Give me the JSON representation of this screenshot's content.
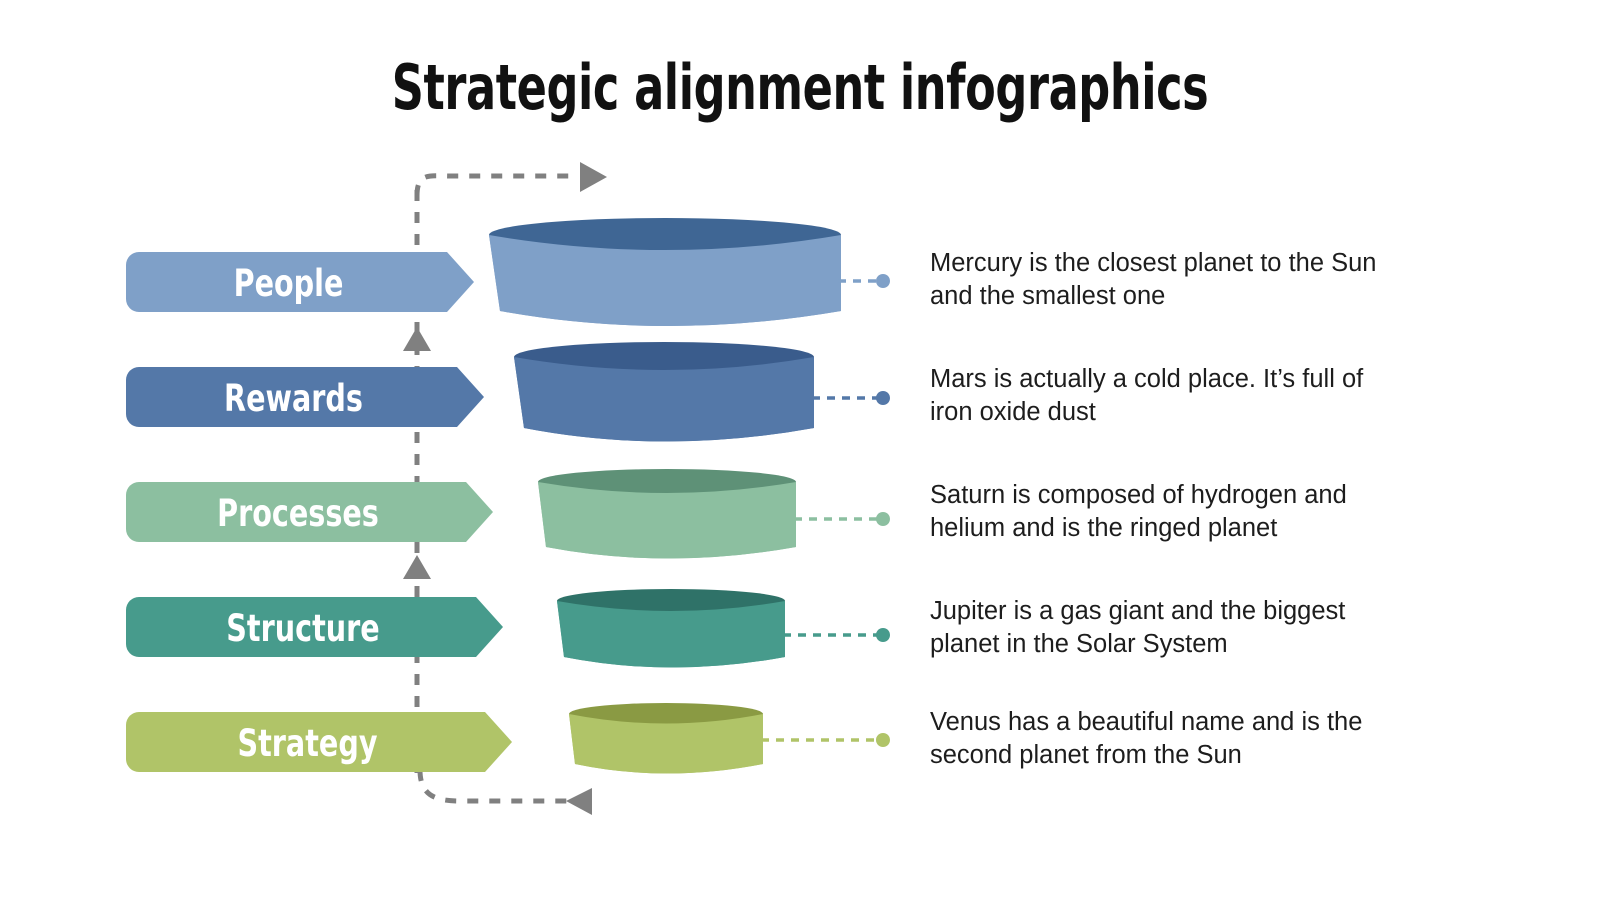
{
  "slide": {
    "title": "Strategic alignment infographics",
    "background_color": "#ffffff"
  },
  "colors": {
    "people": "#7FA0C8",
    "people_dark": "#3F6694",
    "rewards": "#5478A8",
    "rewards_dark": "#3A5C8C",
    "processes": "#8CBFA0",
    "processes_dark": "#5E9177",
    "structure": "#479B8C",
    "structure_dark": "#2F7268",
    "strategy": "#B0C468",
    "strategy_dark": "#8A9A43",
    "loop_arrow": "#808080",
    "text": "#1d1d1d"
  },
  "rows": [
    {
      "label": "People",
      "color": "#7FA0C8",
      "color_dark": "#3F6694",
      "description": "Mercury is the closest planet to the Sun and the smallest one"
    },
    {
      "label": "Rewards",
      "color": "#5478A8",
      "color_dark": "#3A5C8C",
      "description": "Mars is actually a cold place. It’s full of iron oxide dust"
    },
    {
      "label": "Processes",
      "color": "#8CBFA0",
      "color_dark": "#5E9177",
      "description": "Saturn is composed of hydrogen and helium and is the ringed planet"
    },
    {
      "label": "Structure",
      "color": "#479B8C",
      "color_dark": "#2F7268",
      "description": "Jupiter is a gas giant and the biggest planet in the Solar System"
    },
    {
      "label": "Strategy",
      "color": "#B0C468",
      "color_dark": "#8A9A43",
      "description": "Venus has a beautiful name and is the second planet from the Sun"
    }
  ],
  "diagram": {
    "type": "funnel-with-feedback-loop",
    "stage_count": 5,
    "feedback_loop": {
      "style": "dashed",
      "color": "#808080",
      "top_arrow_direction": "right",
      "bottom_arrow_direction": "left",
      "spine_arrow_direction": "up",
      "spine_arrow_count": 2
    },
    "connectors": {
      "style": "dashed",
      "end_marker": "dot"
    }
  }
}
